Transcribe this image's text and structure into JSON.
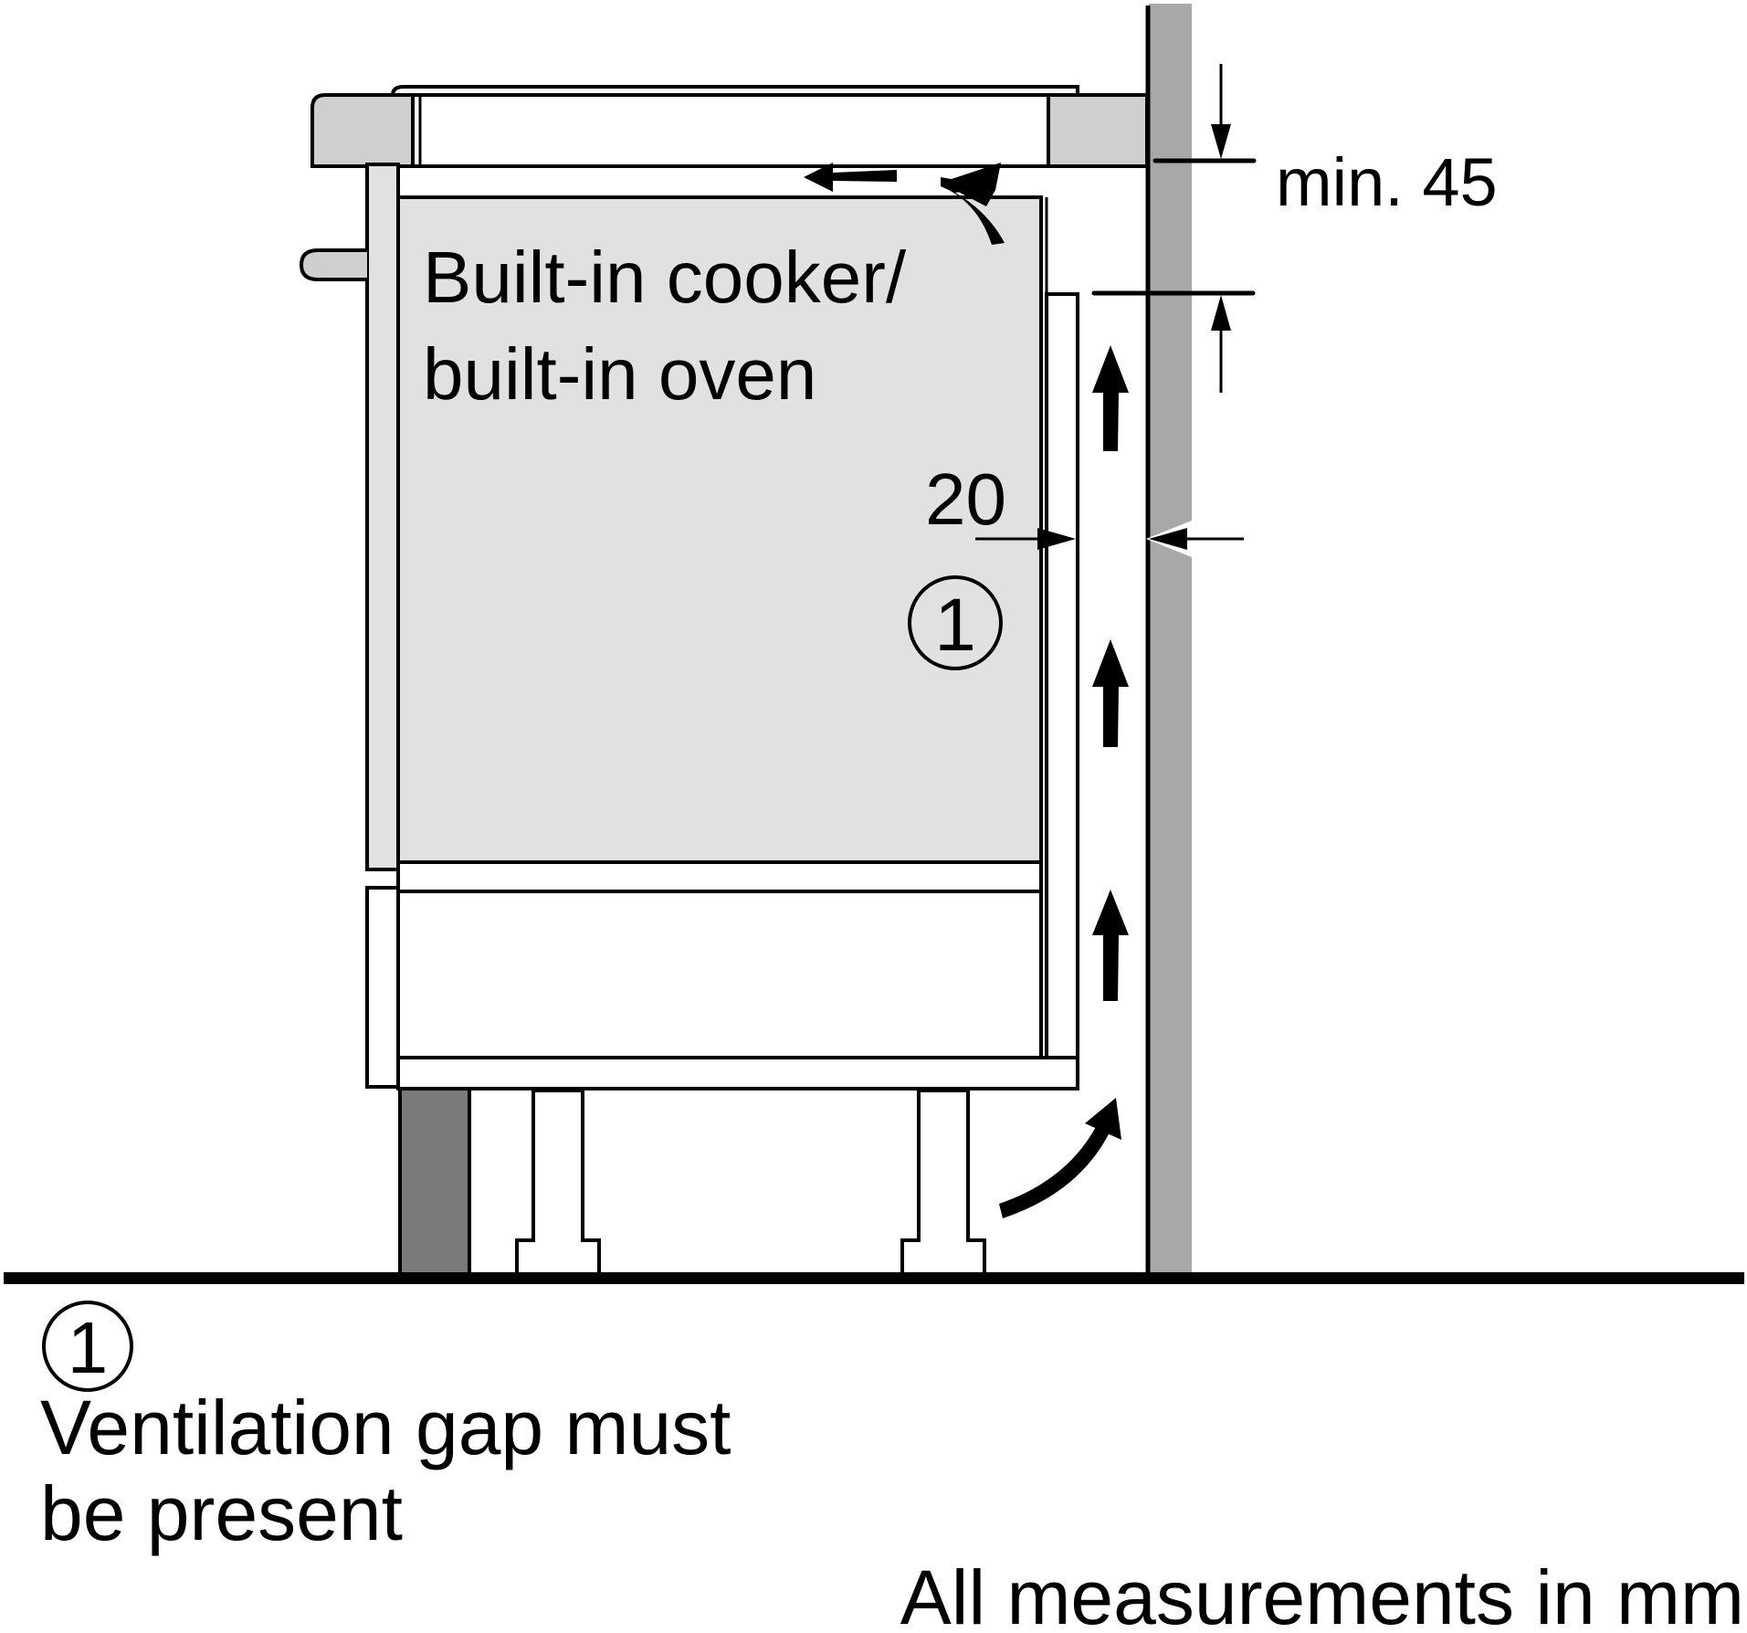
{
  "diagram": {
    "appliance_label_line1": "Built-in cooker/",
    "appliance_label_line2": "built-in oven",
    "dim_top_gap": "min. 45",
    "dim_side_gap": "20",
    "callout_number": "1",
    "legend": {
      "number": "1",
      "line1": "Ventilation gap must",
      "line2": "be present"
    },
    "units_note": "All measurements in mm"
  },
  "colors": {
    "oven_fill": "#e1e1e1",
    "countertop_fill": "#cfcfcf",
    "wall_fill": "#a8a8a8",
    "plinth_fill": "#7a7a7a",
    "line": "#000000"
  },
  "icons": {
    "airflow": "arrow-icon",
    "callout": "circled-number-icon"
  }
}
